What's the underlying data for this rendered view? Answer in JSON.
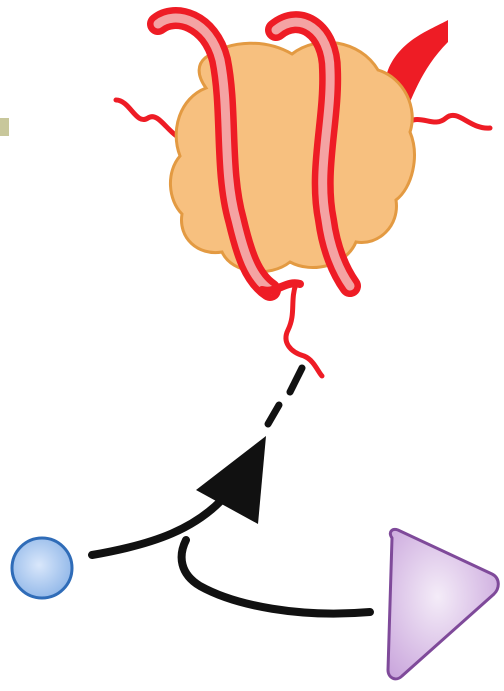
{
  "diagram": {
    "nodes": [
      {
        "id": "protein-complex",
        "shape": "blob-with-strands",
        "fill": "#f7c07f",
        "outline": "#e39a42"
      },
      {
        "id": "blue-circle",
        "shape": "circle",
        "fill": "#a9c8ee",
        "outline": "#2f6cb8"
      },
      {
        "id": "purple-triangle",
        "shape": "triangle",
        "fill": "#d9bfe4",
        "outline": "#7f4a9a"
      }
    ],
    "edges": [
      {
        "from": "blue-circle",
        "to": "protein-complex",
        "style": "solid-curve-with-arrowhead"
      },
      {
        "from": "purple-triangle",
        "to": "blue-circle-edge",
        "style": "curved-join"
      }
    ],
    "colors": {
      "strand_red": "#ee1c25",
      "strand_light": "#f4a3a3",
      "arrow": "#111111",
      "corner_marker": "#c8c79b"
    }
  }
}
